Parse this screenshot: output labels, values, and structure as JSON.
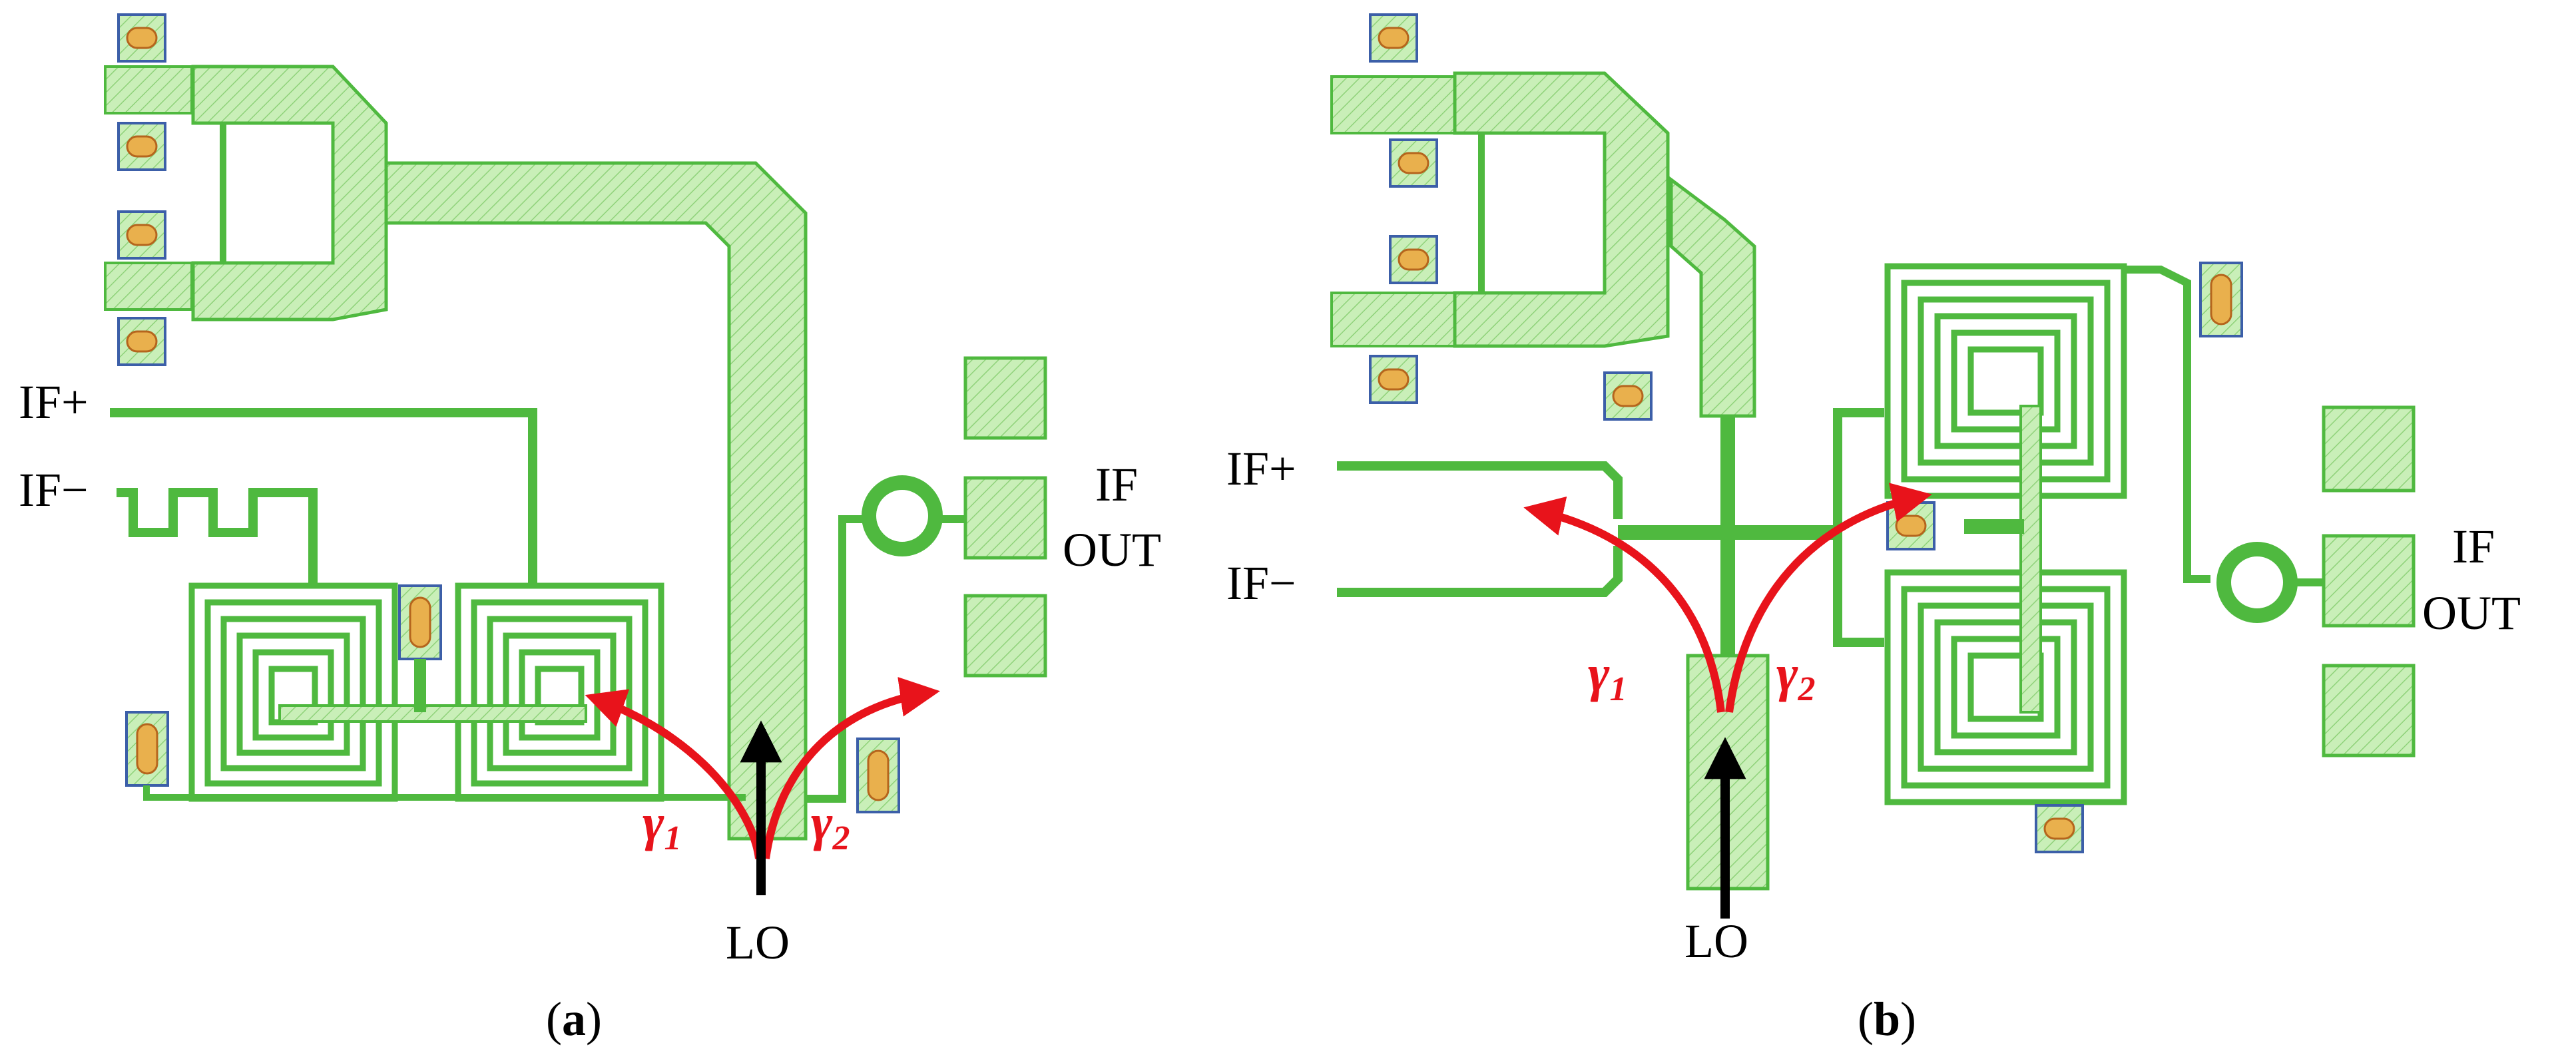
{
  "colors": {
    "metal_fill": "#c9efb8",
    "metal_stroke": "#4fb93f",
    "hatch": "#7fcf6a",
    "pad_outline": "#3c5fa8",
    "pad_inner": "#e9b04d",
    "arrow_red": "#e8131b",
    "arrow_black": "#000000"
  },
  "panel_a": {
    "caption_open": "(",
    "caption_letter": "a",
    "caption_close": ")",
    "if_plus": "IF+",
    "if_minus": "IF−",
    "if_out_line1": "IF",
    "if_out_line2": "OUT",
    "lo": "LO",
    "gamma1": "γ",
    "gamma1_sub": "1",
    "gamma2": "γ",
    "gamma2_sub": "2"
  },
  "panel_b": {
    "caption_open": "(",
    "caption_letter": "b",
    "caption_close": ")",
    "if_plus": "IF+",
    "if_minus": "IF−",
    "if_out_line1": "IF",
    "if_out_line2": "OUT",
    "lo": "LO",
    "gamma1": "γ",
    "gamma1_sub": "1",
    "gamma2": "γ",
    "gamma2_sub": "2"
  }
}
